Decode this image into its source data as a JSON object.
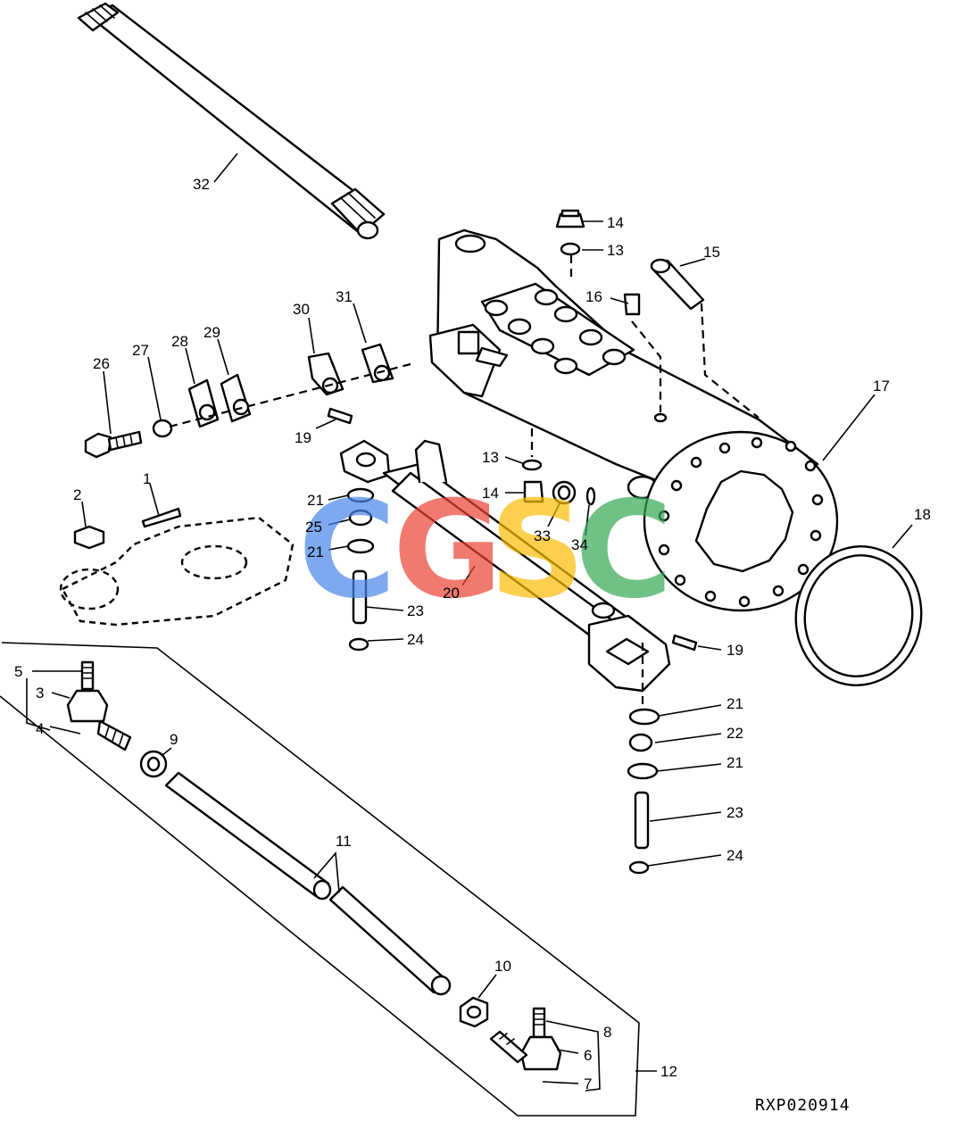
{
  "reference_code": "RXP020914",
  "watermark": {
    "letters": [
      "C",
      "G",
      "S",
      "C"
    ],
    "colors": [
      "#4a86e8",
      "#ea4335",
      "#fbbc05",
      "#34a853"
    ]
  },
  "callouts": [
    "1",
    "2",
    "3",
    "4",
    "5",
    "6",
    "7",
    "8",
    "9",
    "10",
    "11",
    "12",
    "13",
    "13",
    "14",
    "14",
    "15",
    "16",
    "17",
    "18",
    "19",
    "19",
    "20",
    "21",
    "21",
    "21",
    "21",
    "22",
    "23",
    "23",
    "24",
    "24",
    "25",
    "26",
    "27",
    "28",
    "29",
    "30",
    "31",
    "32",
    "33",
    "34"
  ]
}
